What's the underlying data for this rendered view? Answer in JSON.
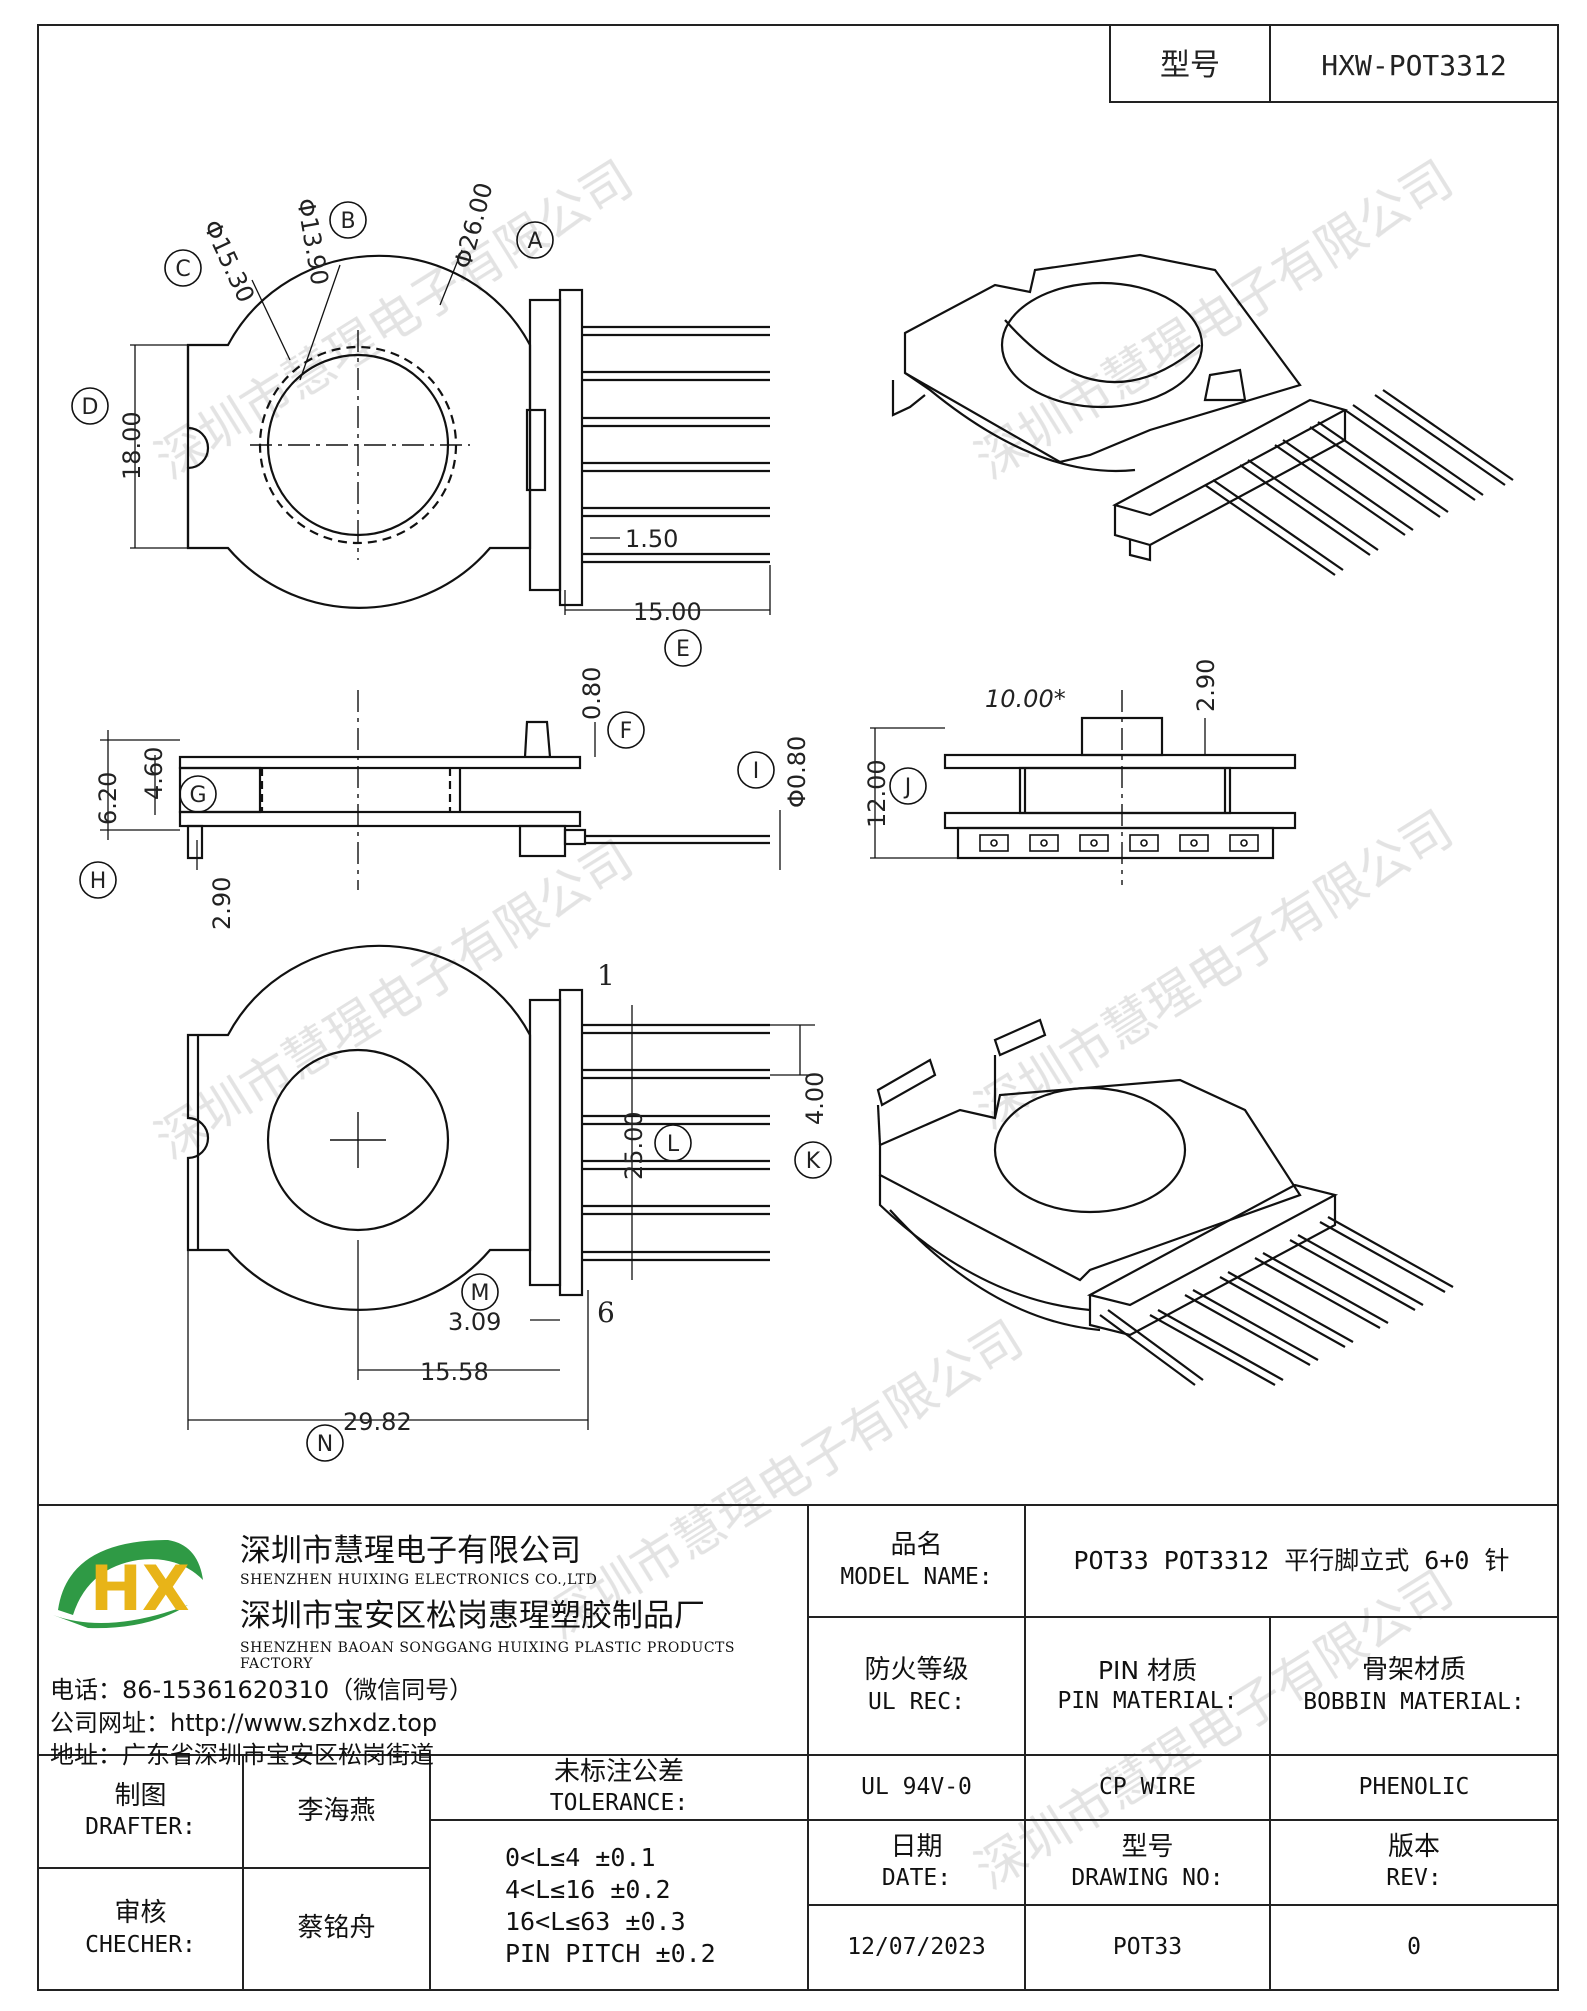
{
  "header": {
    "model_label": "型号",
    "model_value": "HXW-POT3312"
  },
  "watermark": "深圳市慧瑆电子有限公司",
  "drawing": {
    "dims": {
      "A": "Φ26.00",
      "B": "Φ13.90",
      "C": "Φ15.30",
      "D": "18.00",
      "pin_width": "1.50",
      "E": "15.00",
      "F": "0.80",
      "G": "4.60",
      "total_h": "6.20",
      "H": "2.90",
      "I": "Φ0.80",
      "J": "12.00",
      "top_w": "10.00*",
      "top_h": "2.90",
      "L": "25.00",
      "K": "4.00",
      "M": "3.09",
      "offset": "15.58",
      "N": "29.82",
      "pin_first": "1",
      "pin_last": "6"
    },
    "letters": [
      "A",
      "B",
      "C",
      "D",
      "E",
      "F",
      "G",
      "H",
      "I",
      "J",
      "K",
      "L",
      "M",
      "N"
    ]
  },
  "company": {
    "name_cn_1": "深圳市慧瑆电子有限公司",
    "name_en_1": "SHENZHEN HUIXING ELECTRONICS CO.,LTD",
    "name_cn_2": "深圳市宝安区松岗惠瑆塑胶制品厂",
    "name_en_2": "SHENZHEN BAOAN SONGGANG HUIXING PLASTIC PRODUCTS FACTORY",
    "phone": "电话：86-15361620310（微信同号）",
    "website": "公司网址：http://www.szhxdz.top",
    "address": "地址：广东省深圳市宝安区松岗街道",
    "logo_text": "HX"
  },
  "title_block": {
    "model_name_cn": "品名",
    "model_name_en": "MODEL NAME:",
    "model_name_value": "POT33 POT3312 平行脚立式 6+0 针",
    "ul_cn": "防火等级",
    "ul_en": "UL REC:",
    "pin_mat_cn": "PIN 材质",
    "pin_mat_en": "PIN MATERIAL:",
    "bobbin_mat_cn": "骨架材质",
    "bobbin_mat_en": "BOBBIN MATERIAL:",
    "ul_value": "UL 94V-0",
    "pin_mat_value": "CP WIRE",
    "bobbin_mat_value": "PHENOLIC",
    "drafter_cn": "制图",
    "drafter_en": "DRAFTER:",
    "drafter_name": "李海燕",
    "checker_cn": "审核",
    "checker_en": "CHECHER:",
    "checker_name": "蔡铭舟",
    "tolerance_cn": "未标注公差",
    "tolerance_en": "TOLERANCE:",
    "tolerance_rows": [
      "0<L≤4  ±0.1",
      "4<L≤16  ±0.2",
      "16<L≤63  ±0.3",
      "PIN PITCH  ±0.2"
    ],
    "date_cn": "日期",
    "date_en": "DATE:",
    "date_value": "12/07/2023",
    "drawing_no_cn": "型号",
    "drawing_no_en": "DRAWING NO:",
    "drawing_no_value": "POT33",
    "rev_cn": "版本",
    "rev_en": "REV:",
    "rev_value": "0"
  }
}
